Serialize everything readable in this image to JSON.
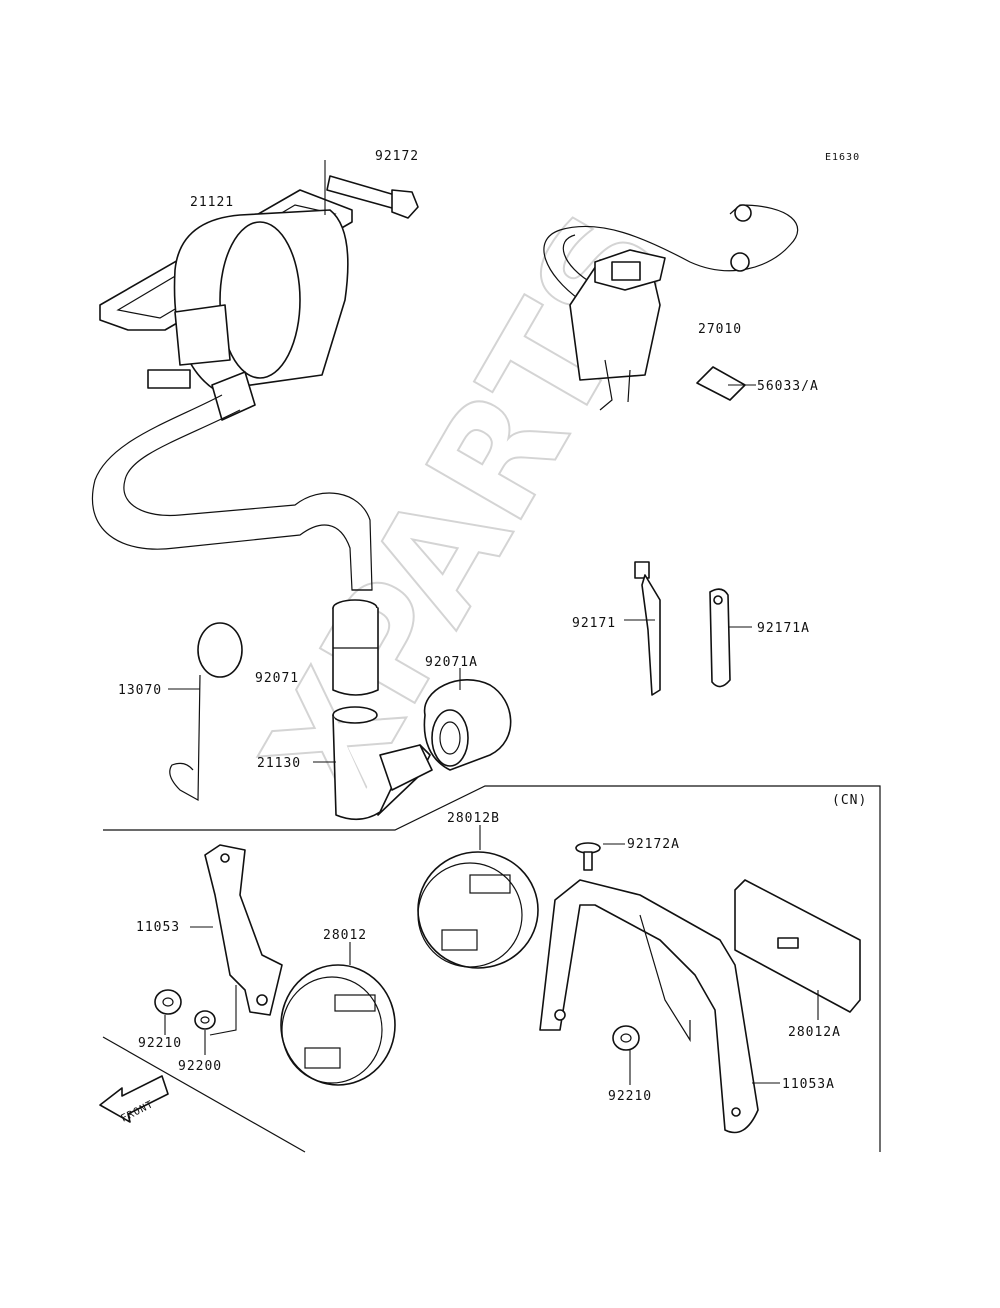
{
  "diagram_code": "E1630",
  "region_label": "(CN)",
  "watermark": "XPARTS",
  "front_arrow": "FRONT",
  "parts": [
    {
      "id": "92172",
      "label": "92172"
    },
    {
      "id": "21121",
      "label": "21121"
    },
    {
      "id": "27010",
      "label": "27010"
    },
    {
      "id": "56033A",
      "label": "56033/A"
    },
    {
      "id": "92171",
      "label": "92171"
    },
    {
      "id": "92171A",
      "label": "92171A"
    },
    {
      "id": "13070",
      "label": "13070"
    },
    {
      "id": "92071",
      "label": "92071"
    },
    {
      "id": "92071A",
      "label": "92071A"
    },
    {
      "id": "21130",
      "label": "21130"
    },
    {
      "id": "28012B",
      "label": "28012B"
    },
    {
      "id": "92172A",
      "label": "92172A"
    },
    {
      "id": "11053",
      "label": "11053"
    },
    {
      "id": "28012",
      "label": "28012"
    },
    {
      "id": "28012A",
      "label": "28012A"
    },
    {
      "id": "92210a",
      "label": "92210"
    },
    {
      "id": "92200",
      "label": "92200"
    },
    {
      "id": "92210b",
      "label": "92210"
    },
    {
      "id": "11053A",
      "label": "11053A"
    }
  ]
}
